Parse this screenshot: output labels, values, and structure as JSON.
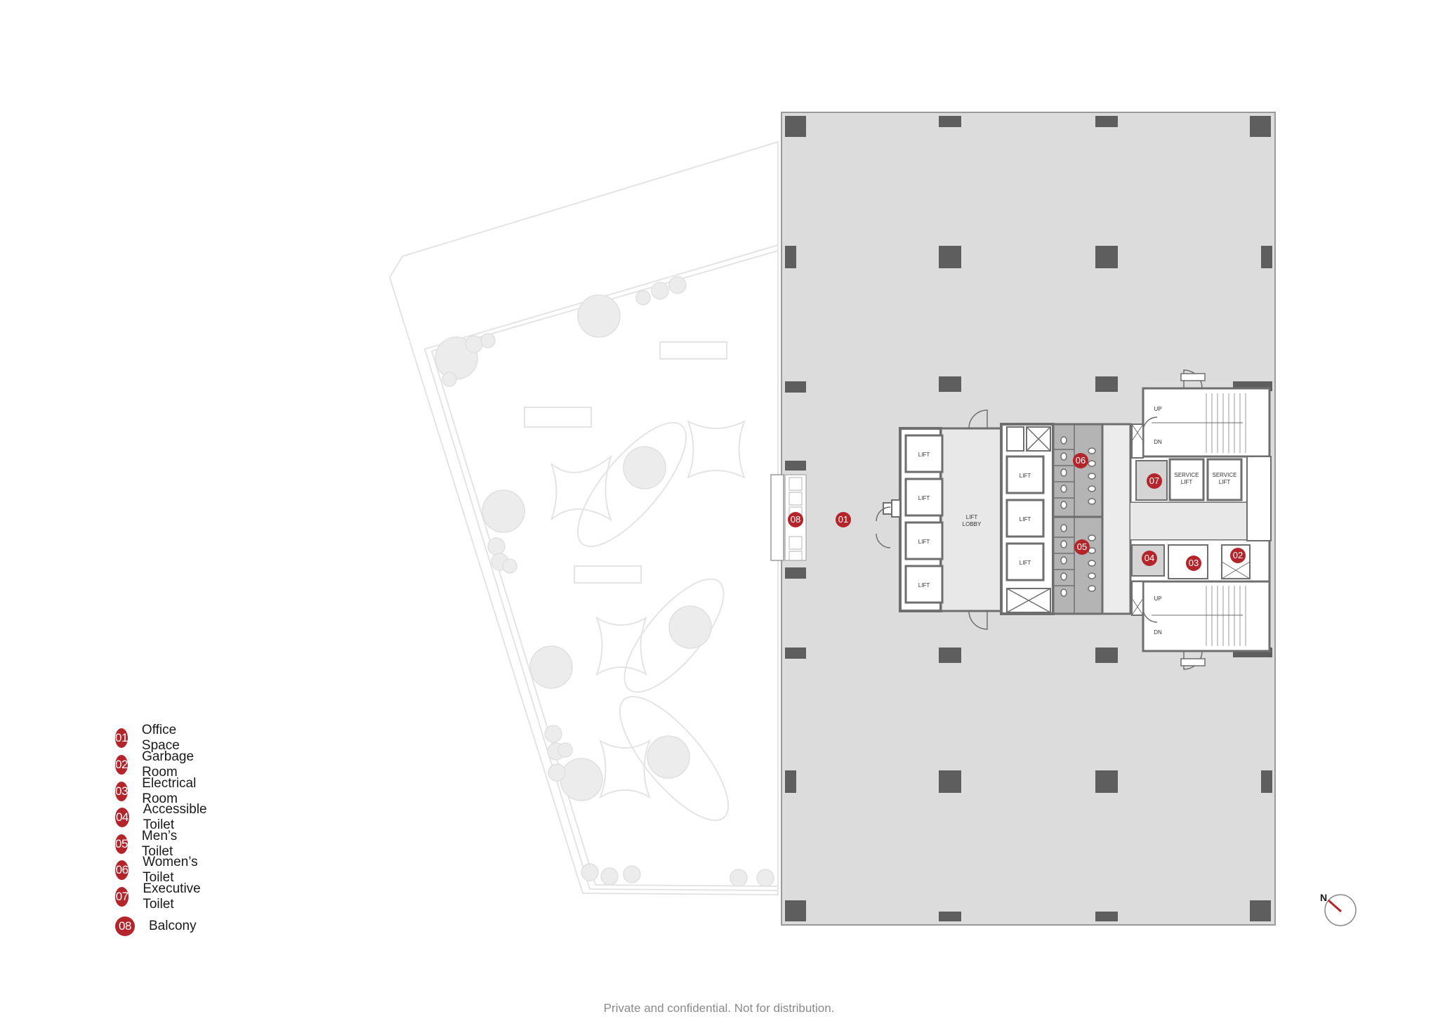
{
  "legend": [
    {
      "num": "01",
      "label": "Office Space"
    },
    {
      "num": "02",
      "label": "Garbage Room"
    },
    {
      "num": "03",
      "label": "Electrical Room"
    },
    {
      "num": "04",
      "label": "Accessible Toilet"
    },
    {
      "num": "05",
      "label": "Men’s Toilet"
    },
    {
      "num": "06",
      "label": "Women’s Toilet"
    },
    {
      "num": "07",
      "label": "Executive Toilet"
    },
    {
      "num": "08",
      "label": "Balcony"
    }
  ],
  "plan": {
    "lift_label": "LIFT",
    "lift_lobby_line1": "LIFT",
    "lift_lobby_line2": "LOBBY",
    "service_line1": "SERVICE",
    "service_line2": "LIFT",
    "stair_up": "UP",
    "stair_dn": "DN",
    "markers": [
      "01",
      "02",
      "03",
      "04",
      "05",
      "06",
      "07",
      "08"
    ]
  },
  "compass": {
    "label": "N"
  },
  "footer": {
    "text": "Private and confidential. Not for distribution."
  },
  "colors": {
    "accent": "#b3242b",
    "floor": "#dcdcdc",
    "column": "#5e5e5e",
    "wall": "#6e6e6e",
    "ghost": "#e4e4e4"
  }
}
